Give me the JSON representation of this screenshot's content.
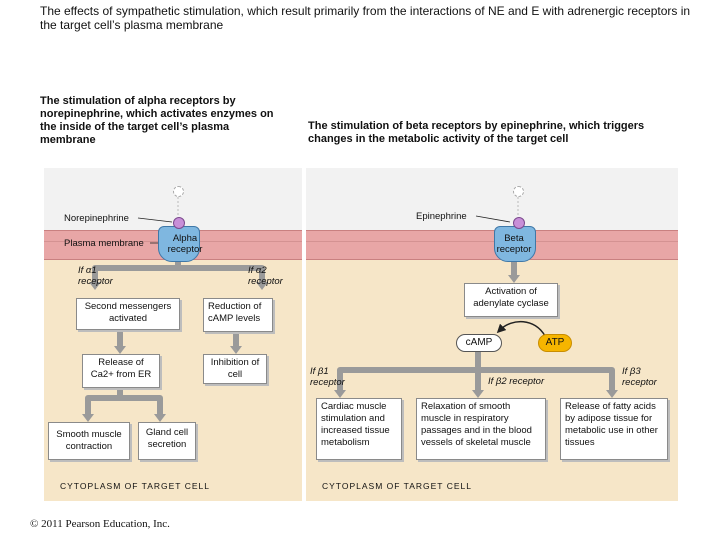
{
  "title": "The effects of sympathetic stimulation, which result primarily from the interactions of NE and E with adrenergic receptors in the target cell’s plasma membrane",
  "left": {
    "heading": "The stimulation of alpha receptors by norepinephrine, which activates enzymes on the inside of the target cell’s plasma membrane",
    "ligand_label": "Norepinephrine",
    "membrane_label": "Plasma membrane",
    "receptor_label": "Alpha receptor",
    "alpha1_label": "If α1 receptor",
    "alpha2_label": "If α2 receptor",
    "second_messengers": "Second messengers activated",
    "reduction": "Reduction of cAMP levels",
    "release_ca": "Release of Ca2+ from ER",
    "inhibition": "Inhibition of cell",
    "smooth_muscle": "Smooth muscle contraction",
    "gland_cell": "Gland cell secretion",
    "cytoplasm": "CYTOPLASM OF TARGET CELL"
  },
  "right": {
    "heading": "The stimulation of beta receptors by epinephrine, which triggers changes in the metabolic activity of the target cell",
    "ligand_label": "Epinephrine",
    "receptor_label": "Beta receptor",
    "activation": "Activation of adenylate cyclase",
    "camp": "cAMP",
    "atp": "ATP",
    "beta1_label": "If β1 receptor",
    "beta2_label": "If β2 receptor",
    "beta3_label": "If β3 receptor",
    "cardiac": "Cardiac muscle stimulation and increased tissue metabolism",
    "relaxation": "Relaxation of smooth muscle in respiratory passages and in the blood vessels of skeletal muscle",
    "fatty_acids": "Release of fatty acids by adipose tissue for metabolic use in other tissues",
    "cytoplasm": "CYTOPLASM OF TARGET CELL"
  },
  "copyright": "© 2011 Pearson Education, Inc.",
  "colors": {
    "cytoplasm": "#f6e6c8",
    "membrane": "#e8a6a6",
    "receptor": "#7fb7e0",
    "arrow": "#9a9a9a",
    "atp": "#f6b500"
  }
}
